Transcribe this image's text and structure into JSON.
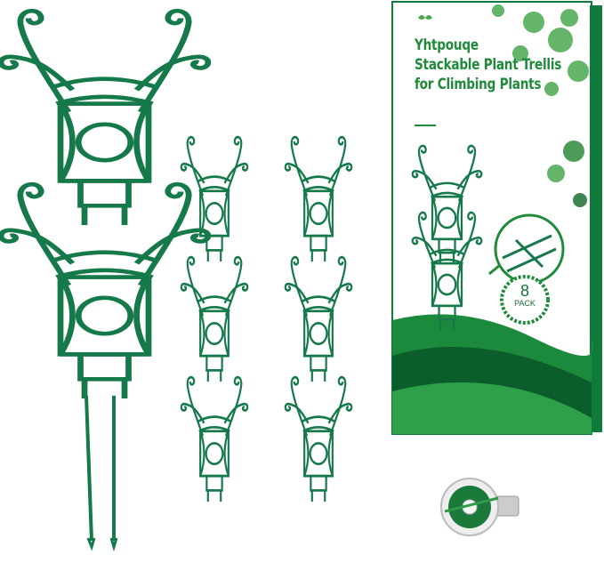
{
  "product": {
    "brand": "Yhtpouqe",
    "title_line1": "Stackable Plant Trellis",
    "title_line2": "for Climbing Plants",
    "pack_count": "8",
    "pack_label": "PACK"
  },
  "colors": {
    "trellis_green": "#15794a",
    "box_green": "#0f7a3a",
    "title_green": "#1f8a3a"
  },
  "icons": [
    "leaf-icon",
    "pack-badge",
    "tie-wire-spool"
  ]
}
